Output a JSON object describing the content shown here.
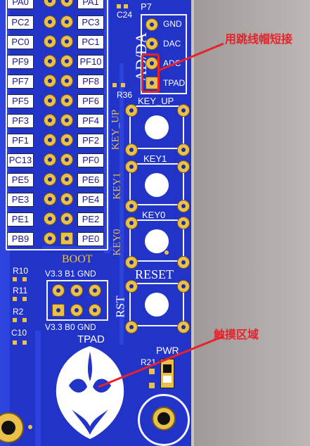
{
  "left_header_labels": [
    "PA0",
    "PA1"
  ],
  "left_column": [
    "PC2",
    "PC0",
    "PF9",
    "PF7",
    "PF5",
    "PF3",
    "PF1",
    "PC13",
    "PE5",
    "PE3",
    "PE1",
    "PB9"
  ],
  "right_column": [
    "PC3",
    "PC1",
    "PF10",
    "PF8",
    "PF6",
    "PF4",
    "PF2",
    "PF0",
    "PE6",
    "PE4",
    "PE2",
    "PE0"
  ],
  "top": {
    "c24": "C24",
    "p7": "P7",
    "adda": "AD/DA",
    "r36": "R36"
  },
  "p7_labels": [
    "GND",
    "DAC",
    "ADC",
    "TPAD"
  ],
  "keys": {
    "key_up_top": "KEY_UP",
    "key_up_side": "KEY_UP",
    "key1": "KEY1",
    "key1_side": "KEY1",
    "key0": "KEY0",
    "key0_side": "KEY0",
    "reset": "RESET",
    "rst_side": "RST"
  },
  "boot": {
    "title": "BOOT",
    "top_row": "V3.3  B1  GND",
    "bottom_row": "V3.3  B0  GND"
  },
  "bottom_left": [
    "R10",
    "R11",
    "R2",
    "C10"
  ],
  "tpad_title": "TPAD",
  "pwr": {
    "label": "PWR",
    "r21": "R21"
  },
  "annotations": {
    "jumper": "用跳线帽短接",
    "touch": "触摸区域"
  },
  "colors": {
    "board": "#2233c8",
    "silk": "#ffffff",
    "pad": "#e8c04a",
    "annotation": "#e8222a"
  }
}
